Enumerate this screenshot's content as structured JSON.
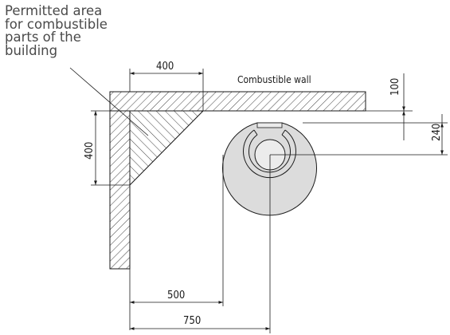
{
  "annotation": {
    "lines": [
      "Permitted area",
      "for combustible",
      "parts of the",
      "building"
    ]
  },
  "labels": {
    "wall": "Combustible wall"
  },
  "dimensions": {
    "top_width": "400",
    "left_height": "400",
    "wall_thickness": "100",
    "stove_depth": "240",
    "distance_side": "500",
    "distance_total": "750"
  },
  "colors": {
    "stroke": "#1a1a1a",
    "hatch": "#2b2b2b",
    "stove_fill": "#dcdcdc",
    "annotation_text": "#4a4a4a"
  }
}
